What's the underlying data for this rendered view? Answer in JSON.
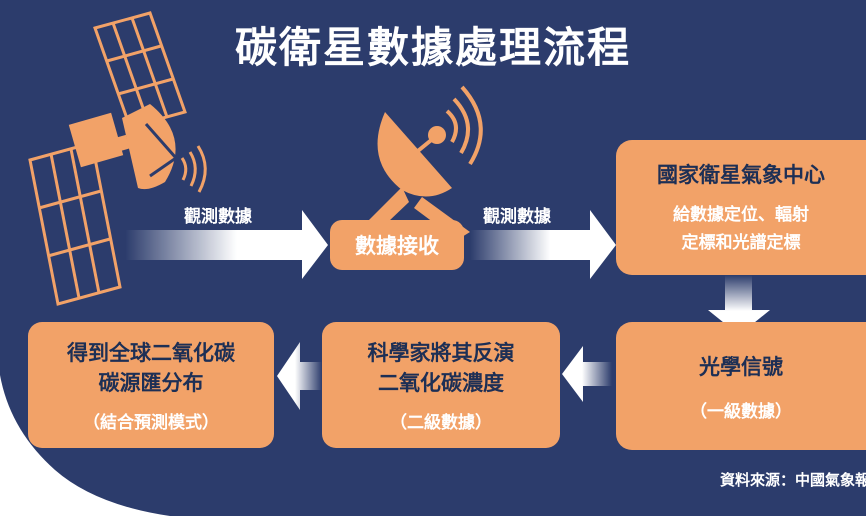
{
  "title": "碳衛星數據處理流程",
  "arrow_labels": {
    "first": "觀測數據",
    "second": "觀測數據"
  },
  "nodes": {
    "receive": "數據接收",
    "center": {
      "heading": "國家衛星氣象中心",
      "line1": "給數據定位、輻射",
      "line2": "定標和光譜定標"
    },
    "optical": {
      "heading": "光學信號",
      "sub": "（一級數據）"
    },
    "scientist": {
      "line1": "科學家將其反演",
      "line2": "二氧化碳濃度",
      "sub": "（二級數據）"
    },
    "result": {
      "line1": "得到全球二氧化碳",
      "line2": "碳源匯分布",
      "sub": "（結合預測模式）"
    }
  },
  "source": "資料來源：中國氣象報",
  "colors": {
    "background": "#2c3c6c",
    "box": "#f2a268",
    "text_dark": "#1d2f55",
    "text_white": "#ffffff",
    "arrow": "#ffffff"
  },
  "icons": [
    "satellite-icon",
    "radio-signal-icon",
    "satellite-dish-icon"
  ]
}
